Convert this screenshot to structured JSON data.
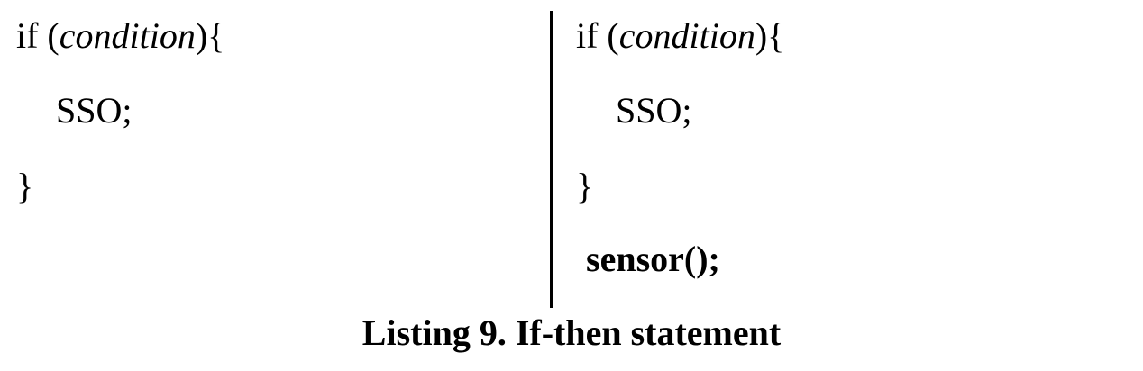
{
  "listing": {
    "left": {
      "if_keyword": "if (",
      "condition": "condition",
      "if_close": "){",
      "body_statement": "SSO;",
      "close_brace": "}"
    },
    "right": {
      "if_keyword": "if (",
      "condition": "condition",
      "if_close": "){",
      "body_statement": "SSO;",
      "close_brace": "}",
      "after_statement": "sensor();"
    }
  },
  "caption": "Listing 9. If-then statement"
}
